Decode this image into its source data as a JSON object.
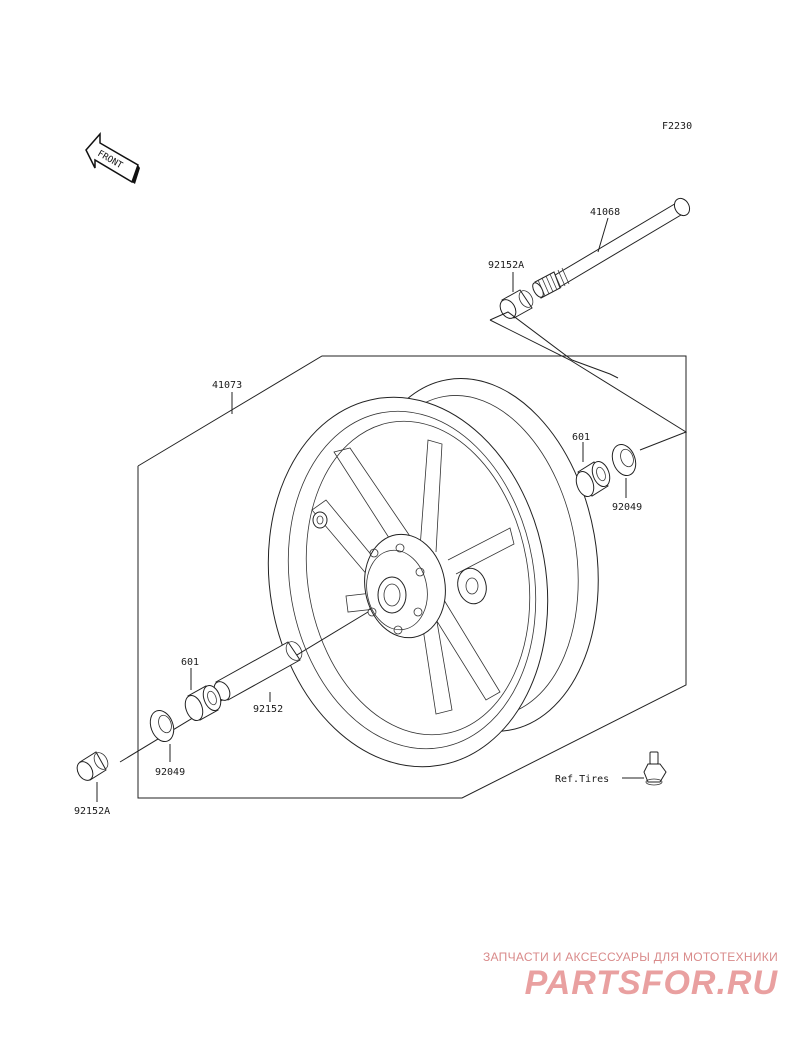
{
  "diagram": {
    "code": "F2230",
    "front_arrow_text": "FRONT",
    "parts": {
      "axle": "41068",
      "collar_top": "92152A",
      "wheel": "41073",
      "bearing_right": "601",
      "seal_right": "92049",
      "bearing_left": "601",
      "spacer": "92152",
      "seal_left": "92049",
      "collar_bottom": "92152A",
      "valve": "Ref.Tires"
    }
  },
  "watermark": {
    "tagline": "ЗАПЧАСТИ И АКСЕССУАРЫ ДЛЯ МОТОТЕХНИКИ",
    "brand": "PARTSFOR.RU"
  }
}
